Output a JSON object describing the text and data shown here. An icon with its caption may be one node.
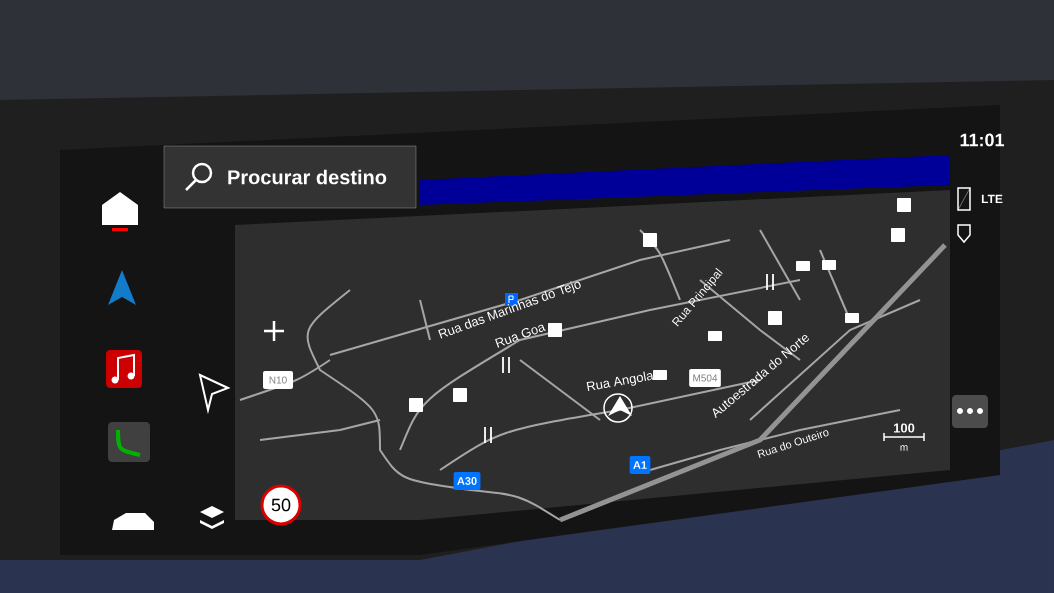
{
  "diagram": {
    "nodes": [
      {
        "text": [
          "Procurar destino"
        ]
      },
      {
        "text": [
          "N10"
        ]
      },
      {
        "text": [
          "M504"
        ]
      },
      {
        "text": [
          "A30"
        ]
      },
      {
        "text": [
          "A1"
        ]
      },
      {
        "text": [
          "50"
        ]
      }
    ],
    "labels": [
      "11:01",
      "LTE",
      "Rua das Marinhas do Tejo",
      "Rua Goa",
      "Rua Principal",
      "Rua Angola",
      "Autoestrada do Norte",
      "Rua do Outeiro",
      "100",
      "m"
    ]
  }
}
